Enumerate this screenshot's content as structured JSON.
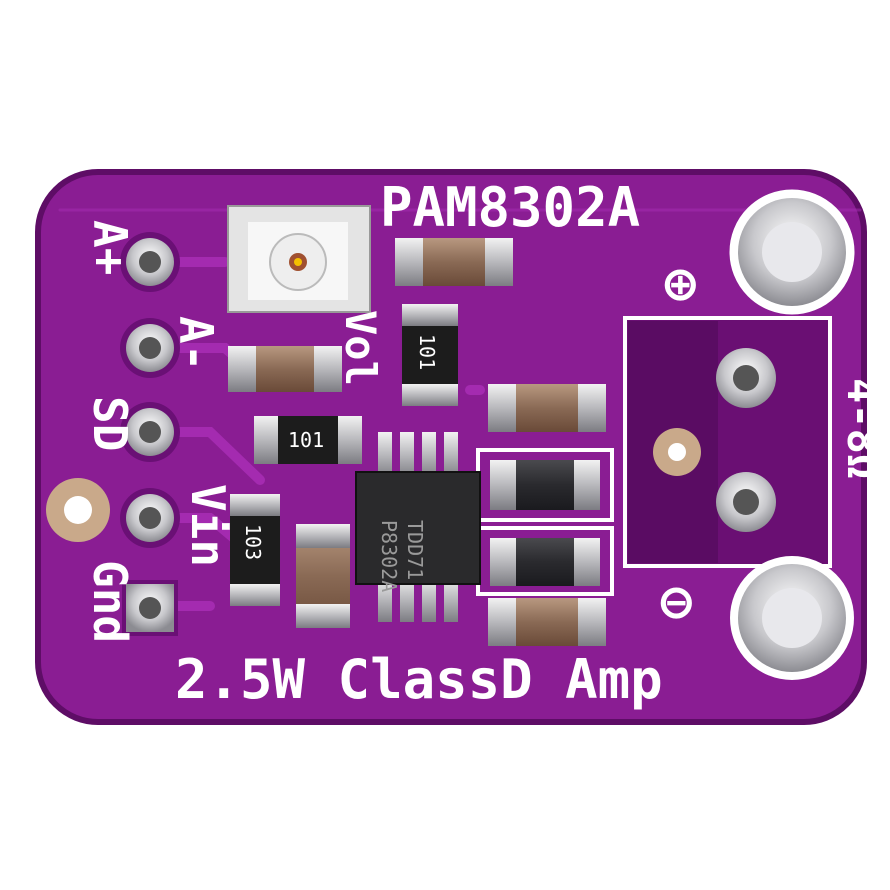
{
  "board": {
    "pcb_color": "#8a1d93",
    "pcb_dark": "#5e0d66",
    "trace_color": "#a42bb0",
    "silkscreen_color": "#ffffff",
    "title": "PAM8302A",
    "subtitle": "2.5W ClassD Amp",
    "pins": [
      "A+",
      "A-",
      "SD",
      "Vin",
      "Gnd"
    ],
    "pot_label": "Vol",
    "speaker_label": "4-8Ω",
    "plus_symbol": "⊕",
    "minus_symbol": "⊖",
    "resistor_codes": [
      "101",
      "101",
      "103"
    ],
    "chip_markings": [
      "P8302A",
      "TDD71"
    ]
  }
}
